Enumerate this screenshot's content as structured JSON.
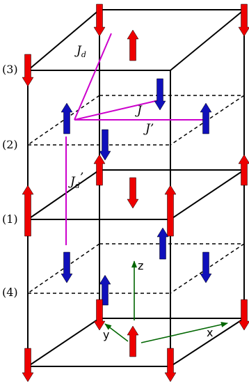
{
  "layers": [
    {
      "id": "layer-3",
      "label": "(3)"
    },
    {
      "id": "layer-2",
      "label": "(2)"
    },
    {
      "id": "layer-1",
      "label": "(1)"
    },
    {
      "id": "layer-4",
      "label": "(4)"
    }
  ],
  "couplings": [
    {
      "id": "jd",
      "base": "J",
      "sub": "d",
      "prime": ""
    },
    {
      "id": "j",
      "base": "J",
      "sub": "",
      "prime": ""
    },
    {
      "id": "jprime",
      "base": "J",
      "sub": "",
      "prime": "’"
    },
    {
      "id": "jdprime",
      "base": "J",
      "sub": "d",
      "prime": "’"
    }
  ],
  "axes": {
    "x": "x",
    "y": "y",
    "z": "z"
  },
  "colors": {
    "spin_red": "#ee0000",
    "spin_blue": "#1010bb",
    "coupling": "#cc00cc",
    "axis": "#006600",
    "cell_edge": "#000000"
  },
  "icons": {
    "spin_up": "up-arrow-icon",
    "spin_down": "down-arrow-icon"
  }
}
